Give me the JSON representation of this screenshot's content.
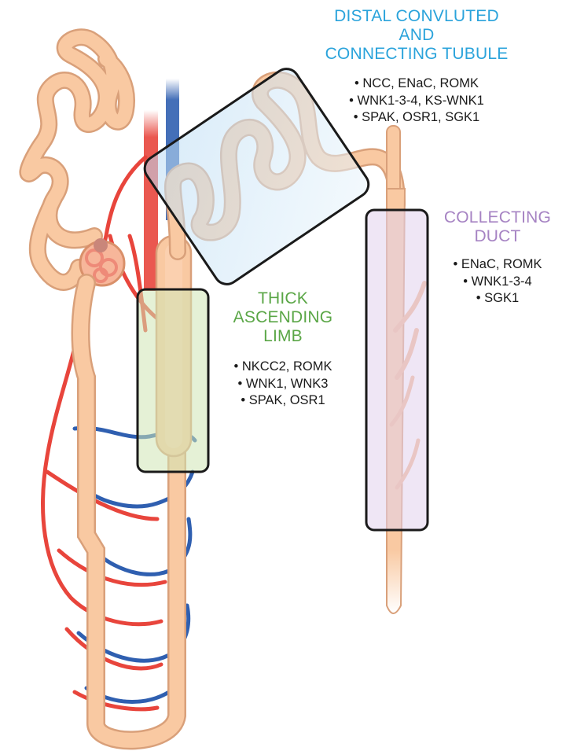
{
  "sections": {
    "distal": {
      "title_lines": [
        "DISTAL CONVLUTED",
        "AND",
        "CONNECTING TUBULE"
      ],
      "color": "#2aa3db",
      "transporters": [
        "NCC, ENaC, ROMK",
        "WNK1-3-4, KS-WNK1",
        "SPAK, OSR1, SGK1"
      ]
    },
    "thick_ascending_limb": {
      "title_lines": [
        "THICK",
        "ASCENDING",
        "LIMB"
      ],
      "color": "#5aa646",
      "transporters": [
        "NKCC2, ROMK",
        "WNK1, WNK3",
        "SPAK, OSR1"
      ]
    },
    "collecting_duct": {
      "title_lines": [
        "COLLECTING",
        "DUCT"
      ],
      "color": "#a683c3",
      "transporters": [
        "ENaC, ROMK",
        "WNK1-3-4",
        "SGK1"
      ]
    }
  },
  "colors": {
    "tubule": "#f9c9a2",
    "tubule_outline": "#d9a07a",
    "artery": "#e8453c",
    "vein": "#2f5fb0",
    "box_outline": "#1a1a1a",
    "distal_box_fill": "#cfe6f6",
    "tal_box_fill": "#e1efcf",
    "cd_box_fill": "#ece0f2"
  }
}
